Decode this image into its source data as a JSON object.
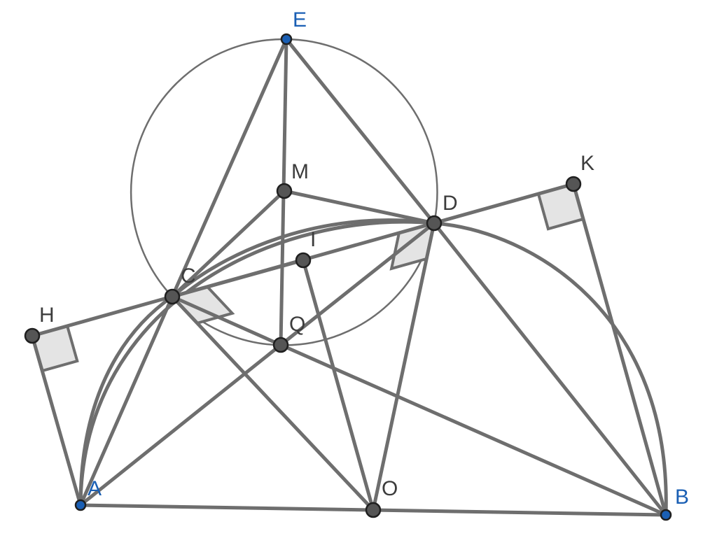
{
  "colors": {
    "line": "#6e6e6e",
    "circle": "#6e6e6e",
    "right_angle_fill": "#e4e4e4",
    "free_point": "#1a5fb4",
    "dependent_point": "#555555",
    "free_label": "#1a5fb4",
    "dependent_label": "#3c3c3c"
  },
  "points": [
    {
      "id": "E",
      "label": "E",
      "kind": "free"
    },
    {
      "id": "M",
      "label": "M",
      "kind": "dependent"
    },
    {
      "id": "K",
      "label": "K",
      "kind": "dependent"
    },
    {
      "id": "D",
      "label": "D",
      "kind": "dependent"
    },
    {
      "id": "I",
      "label": "I",
      "kind": "dependent"
    },
    {
      "id": "C",
      "label": "C",
      "kind": "dependent"
    },
    {
      "id": "H",
      "label": "H",
      "kind": "dependent"
    },
    {
      "id": "Q",
      "label": "Q",
      "kind": "dependent"
    },
    {
      "id": "A",
      "label": "A",
      "kind": "free"
    },
    {
      "id": "O",
      "label": "O",
      "kind": "dependent"
    },
    {
      "id": "B",
      "label": "B",
      "kind": "free"
    }
  ],
  "segments": [
    [
      "A",
      "O"
    ],
    [
      "O",
      "B"
    ],
    [
      "E",
      "C"
    ],
    [
      "E",
      "D"
    ],
    [
      "E",
      "Q"
    ],
    [
      "M",
      "C"
    ],
    [
      "M",
      "D"
    ],
    [
      "H",
      "K"
    ],
    [
      "C",
      "I"
    ],
    [
      "I",
      "O"
    ],
    [
      "A",
      "H"
    ],
    [
      "B",
      "K"
    ],
    [
      "C",
      "A"
    ],
    [
      "C",
      "O"
    ],
    [
      "C",
      "Q"
    ],
    [
      "D",
      "Q"
    ],
    [
      "D",
      "O"
    ],
    [
      "D",
      "B"
    ],
    [
      "A",
      "Q"
    ],
    [
      "Q",
      "B"
    ]
  ],
  "circles": [
    {
      "through": [
        "E",
        "C",
        "D",
        "Q"
      ],
      "center": "M"
    }
  ],
  "arcs": [
    {
      "name": "semicircle-AB",
      "from": "A",
      "to": "B",
      "center": "O"
    },
    {
      "name": "arc-ACD",
      "from": "A",
      "via": "C",
      "to": "D"
    }
  ],
  "right_angles": [
    {
      "at": "H",
      "arms": [
        "A",
        "C"
      ]
    },
    {
      "at": "K",
      "arms": [
        "D",
        "B"
      ]
    },
    {
      "at": "C",
      "arms": [
        "D",
        "O"
      ]
    },
    {
      "at": "D",
      "arms": [
        "C",
        "O"
      ]
    }
  ]
}
